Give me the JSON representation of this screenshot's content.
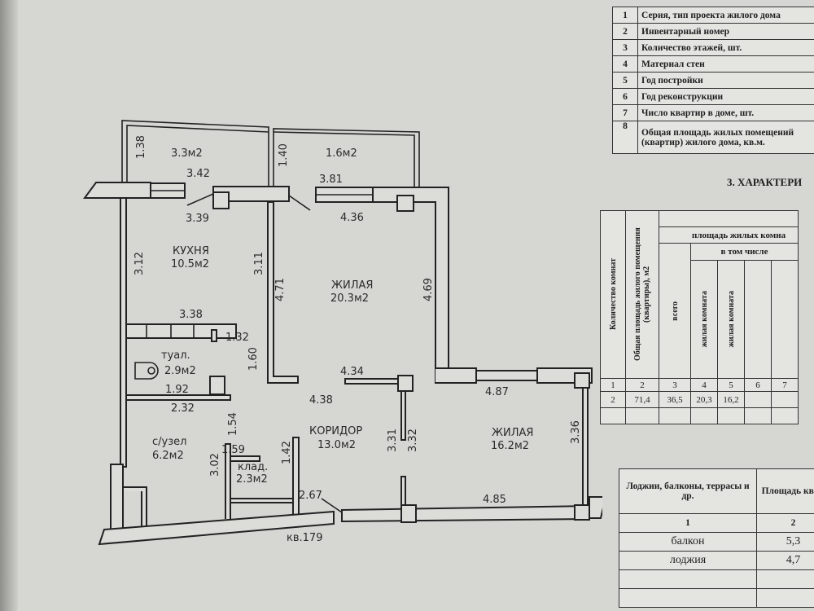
{
  "plan": {
    "apartment": "кв.179",
    "rooms": [
      {
        "name": "",
        "area": "3.3м2"
      },
      {
        "name": "",
        "area": "1.6м2"
      },
      {
        "name": "КУХНЯ",
        "area": "10.5м2"
      },
      {
        "name": "ЖИЛАЯ",
        "area": "20.3м2"
      },
      {
        "name": "туал.",
        "area": "2.9м2"
      },
      {
        "name": "с/узел",
        "area": "6.2м2"
      },
      {
        "name": "клад.",
        "area": "2.3м2"
      },
      {
        "name": "КОРИДОР",
        "area": "13.0м2"
      },
      {
        "name": "ЖИЛАЯ",
        "area": "16.2м2"
      }
    ],
    "dimensions": [
      "1.38",
      "3.42",
      "1.40",
      "3.81",
      "3.39",
      "4.36",
      "3.12",
      "3.11",
      "4.71",
      "4.69",
      "3.38",
      "1.32",
      "1.60",
      "4.34",
      "1.92",
      "2.32",
      "4.38",
      "4.87",
      "1.54",
      "3.02",
      "1.59",
      "1.42",
      "3.31",
      "3.32",
      "3.36",
      "2.67",
      "4.85"
    ]
  },
  "info_table": [
    {
      "n": "1",
      "label": "Серия, тип проекта жилого дома"
    },
    {
      "n": "2",
      "label": "Инвентарный номер"
    },
    {
      "n": "3",
      "label": "Количество этажей, шт."
    },
    {
      "n": "4",
      "label": "Материал стен"
    },
    {
      "n": "5",
      "label": "Год постройки"
    },
    {
      "n": "6",
      "label": "Год реконструкции"
    },
    {
      "n": "7",
      "label": "Число квартир в доме, шт."
    },
    {
      "n": "8",
      "label": "Общая площадь жилых помещений (квартир) жилого дома, кв.м."
    }
  ],
  "section_title": "3. ХАРАКТЕРИ",
  "characteristics": {
    "headers": {
      "rooms_count": "Количество комнат",
      "total_area": "Общая площадь жилого помещения (квартиры), м2",
      "living_area": "площадь жилых комна",
      "including": "в том числе",
      "total": "всего",
      "room1": "жилая комната",
      "room2": "жилая комната"
    },
    "col_numbers": [
      "1",
      "2",
      "3",
      "4",
      "5",
      "6",
      "7"
    ],
    "row": [
      "2",
      "71,4",
      "36,5",
      "20,3",
      "16,2",
      "",
      ""
    ]
  },
  "balconies": {
    "header1": "Лоджии, балконы, террасы и др.",
    "header2": "Площадь кв.м.",
    "col_numbers": [
      "1",
      "2"
    ],
    "rows": [
      {
        "type": "балкон",
        "area": "5,3"
      },
      {
        "type": "лоджия",
        "area": "4,7"
      }
    ]
  }
}
